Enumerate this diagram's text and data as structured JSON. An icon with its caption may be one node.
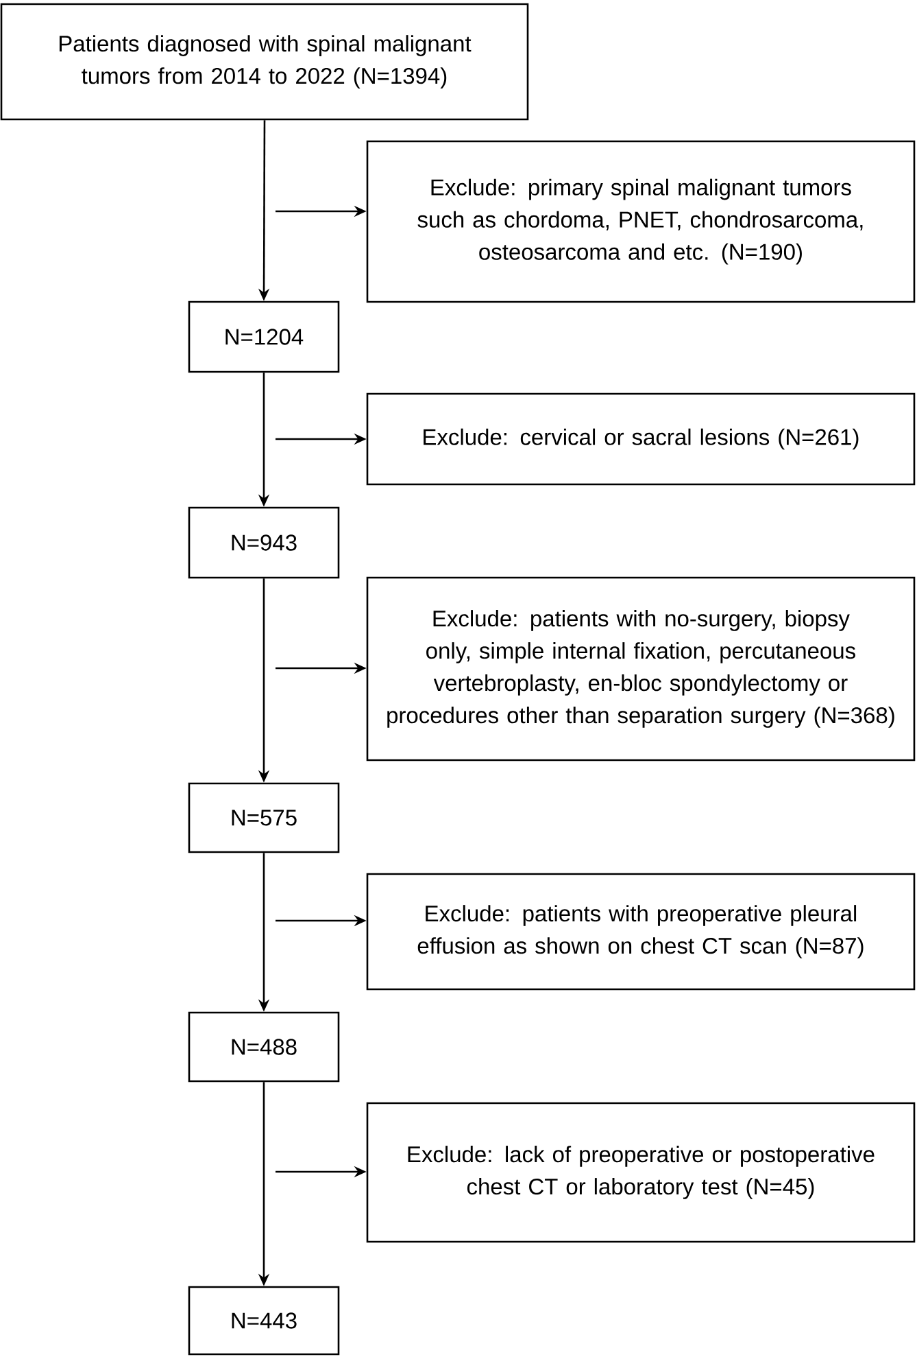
{
  "diagram": {
    "nodes": [
      {
        "text": [
          "Patients diagnosed with spinal malignant tumors from 2014 to 2022 (N=1394)"
        ]
      },
      {
        "text": [
          "Exclude: primary spinal malignant tumors such as chordoma, PNET, chondrosarcoma, osteosarcoma and etc. (N=190)"
        ]
      },
      {
        "text": [
          "N=1204"
        ]
      },
      {
        "text": [
          "Exclude: cervical or sacral lesions (N=261)"
        ]
      },
      {
        "text": [
          "N=943"
        ]
      },
      {
        "text": [
          "Exclude: patients with no-surgery, biopsy only, simple internal fixation, percutaneous vertebroplasty, en-bloc spondylectomy or procedures other than separation surgery (N=368)"
        ]
      },
      {
        "text": [
          "N=575"
        ]
      },
      {
        "text": [
          "Exclude: patients with preoperative pleural effusion as shown on chest CT scan (N=87)"
        ]
      },
      {
        "text": [
          "N=488"
        ]
      },
      {
        "text": [
          "Exclude: lack of preoperative or postoperative chest CT or laboratory test (N=45)"
        ]
      },
      {
        "text": [
          "N=443"
        ]
      }
    ],
    "edges": [
      {
        "from": 0,
        "to": 2,
        "arrow": "to"
      },
      {
        "from": null,
        "to": 1,
        "arrow": "to"
      },
      {
        "from": 2,
        "to": 4,
        "arrow": "to"
      },
      {
        "from": null,
        "to": 3,
        "arrow": "to"
      },
      {
        "from": 4,
        "to": 6,
        "arrow": "to"
      },
      {
        "from": null,
        "to": 5,
        "arrow": "to"
      },
      {
        "from": 6,
        "to": 8,
        "arrow": "to"
      },
      {
        "from": null,
        "to": 7,
        "arrow": "to"
      },
      {
        "from": 8,
        "to": 10,
        "arrow": "to"
      },
      {
        "from": null,
        "to": 9,
        "arrow": "to"
      }
    ]
  }
}
